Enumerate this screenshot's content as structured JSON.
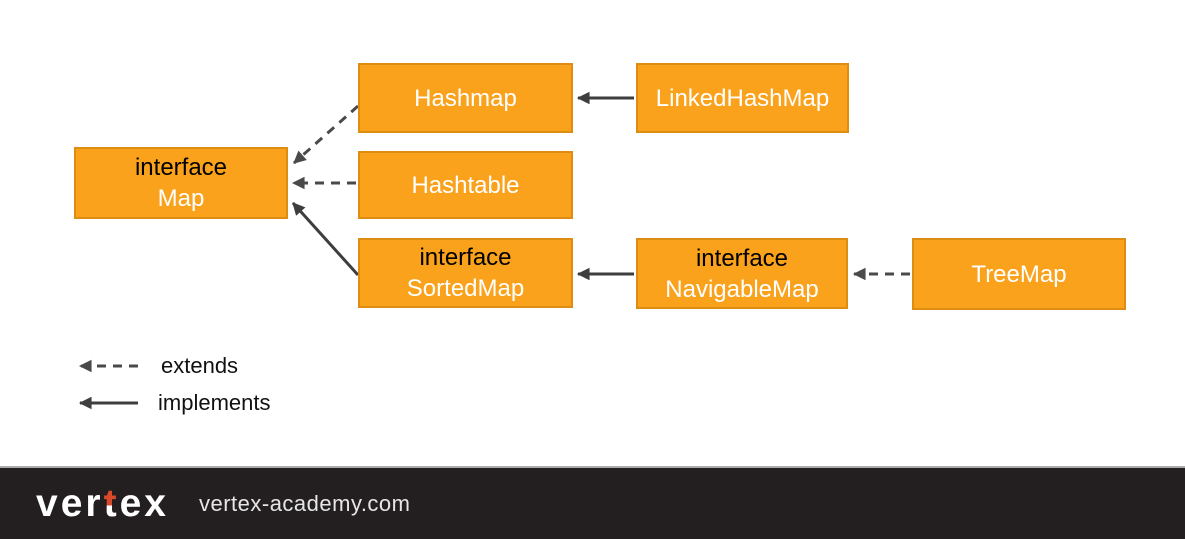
{
  "diagram": {
    "title_implied": "Java Map hierarchy",
    "nodes": [
      {
        "id": "map",
        "stereotype": "interface",
        "name": "Map"
      },
      {
        "id": "hashmap",
        "stereotype": "",
        "name": "Hashmap"
      },
      {
        "id": "linkedhashmap",
        "stereotype": "",
        "name": "LinkedHashMap"
      },
      {
        "id": "hashtable",
        "stereotype": "",
        "name": "Hashtable"
      },
      {
        "id": "sortedmap",
        "stereotype": "interface",
        "name": "SortedMap"
      },
      {
        "id": "navigablemap",
        "stereotype": "interface",
        "name": "NavigableMap"
      },
      {
        "id": "treemap",
        "stereotype": "",
        "name": "TreeMap"
      }
    ],
    "relations": [
      {
        "from": "Hashmap",
        "to": "Map",
        "type": "extends"
      },
      {
        "from": "Hashtable",
        "to": "Map",
        "type": "extends"
      },
      {
        "from": "SortedMap",
        "to": "Map",
        "type": "implements"
      },
      {
        "from": "LinkedHashMap",
        "to": "Hashmap",
        "type": "implements"
      },
      {
        "from": "NavigableMap",
        "to": "SortedMap",
        "type": "implements"
      },
      {
        "from": "TreeMap",
        "to": "NavigableMap",
        "type": "extends"
      }
    ]
  },
  "legend": {
    "extends_label": "extends",
    "implements_label": "implements"
  },
  "footer": {
    "logo_part1": "ver",
    "logo_part2": "t",
    "logo_part3": "ex",
    "site": "vertex-academy.com"
  },
  "colors": {
    "node_fill": "#FAA21B",
    "node_border": "#DD8D12",
    "arrow_solid": "#3E3E3E",
    "arrow_dashed": "#4A4A4A",
    "footer_bar": "#231F20",
    "footer_top_line": "#ABABAB",
    "logo_accent": "#D9492A",
    "stereotype_text": "#000000",
    "node_name_text": "#FFFFFF"
  }
}
